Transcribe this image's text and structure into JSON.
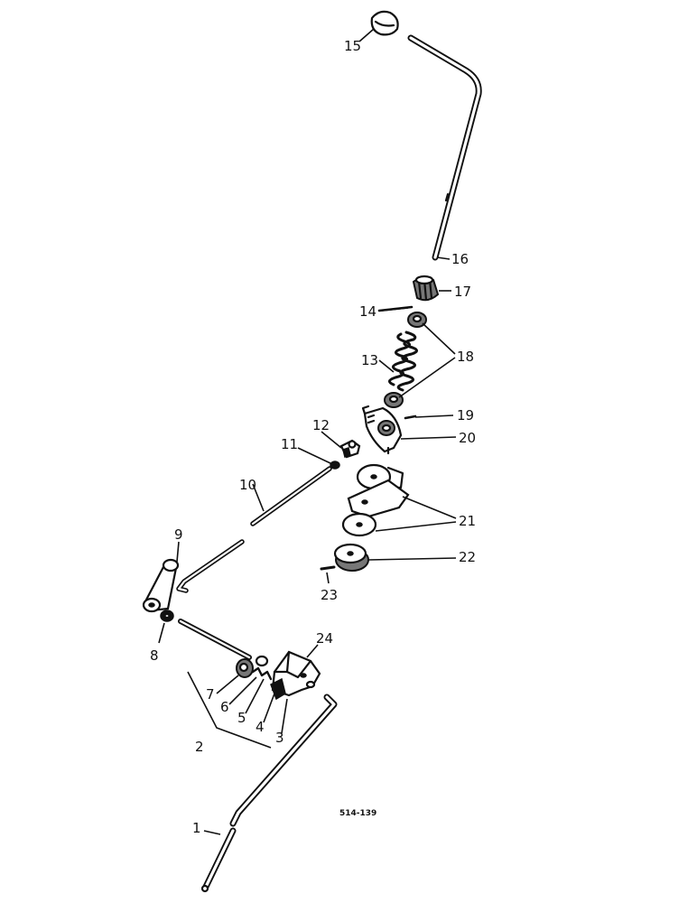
{
  "drawing_number": "514-139",
  "callouts": [
    {
      "id": "c15",
      "label": "15"
    },
    {
      "id": "c16",
      "label": "16"
    },
    {
      "id": "c17",
      "label": "17"
    },
    {
      "id": "c14",
      "label": "14"
    },
    {
      "id": "c18",
      "label": "18"
    },
    {
      "id": "c13",
      "label": "13"
    },
    {
      "id": "c19",
      "label": "19"
    },
    {
      "id": "c20",
      "label": "20"
    },
    {
      "id": "c12",
      "label": "12"
    },
    {
      "id": "c11",
      "label": "11"
    },
    {
      "id": "c10",
      "label": "10"
    },
    {
      "id": "c21",
      "label": "21"
    },
    {
      "id": "c22",
      "label": "22"
    },
    {
      "id": "c23",
      "label": "23"
    },
    {
      "id": "c9",
      "label": "9"
    },
    {
      "id": "c8",
      "label": "8"
    },
    {
      "id": "c24",
      "label": "24"
    },
    {
      "id": "c7",
      "label": "7"
    },
    {
      "id": "c6",
      "label": "6"
    },
    {
      "id": "c5",
      "label": "5"
    },
    {
      "id": "c4",
      "label": "4"
    },
    {
      "id": "c3",
      "label": "3"
    },
    {
      "id": "c2",
      "label": "2"
    },
    {
      "id": "c1",
      "label": "1"
    }
  ]
}
